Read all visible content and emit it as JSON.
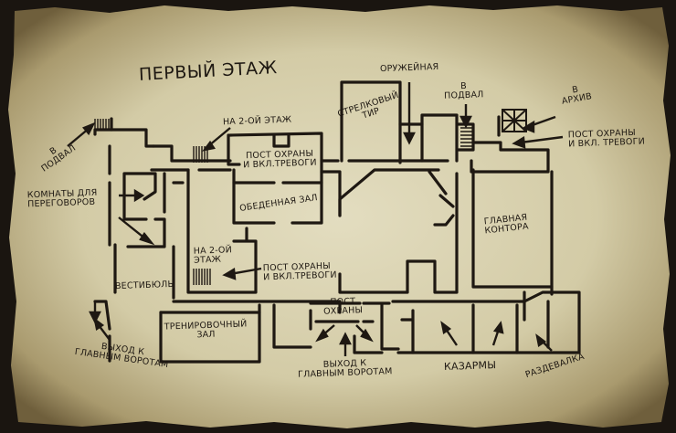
{
  "title": "ПЕРВЫЙ ЭТАЖ",
  "labels": {
    "basement_left": [
      "В",
      "ПОДВАЛ"
    ],
    "meeting_rooms": [
      "КОМНАТЫ ДЛЯ",
      "ПЕРЕГОВОРОВ"
    ],
    "upstairs_top": "НА 2-ОЙ ЭТАЖ",
    "guard_post_top": [
      "ПОСТ ОХРАНЫ",
      "И ВКЛ.ТРЕВОГИ"
    ],
    "dining_hall": "ОБЕДЕННАЯ ЗАЛ",
    "shooting_range": [
      "СТРЕЛКОВЫЙ",
      "ТИР"
    ],
    "armory": "ОРУЖЕЙНАЯ",
    "basement_right": [
      "В",
      "ПОДВАЛ"
    ],
    "archive": [
      "В",
      "АРХИВ"
    ],
    "guard_post_right": [
      "ПОСТ ОХРАНЫ",
      "И ВКЛ. ТРЕВОГИ"
    ],
    "main_office": [
      "ГЛАВНАЯ",
      "КОНТОРА"
    ],
    "upstairs_mid": [
      "НА 2-ОЙ",
      "ЭТАЖ"
    ],
    "guard_post_mid": [
      "ПОСТ ОХРАНЫ",
      "И ВКЛ.ТРЕВОГИ"
    ],
    "lobby": "ВЕСТИБЮЛЬ",
    "exit_left": [
      "ВЫХОД К",
      "ГЛАВНЫМ ВОРОТАМ"
    ],
    "training_hall": [
      "ТРЕНИРОВОЧНЫЙ",
      "ЗАЛ"
    ],
    "guard_post_bottom": [
      "ПОСТ",
      "ОХРАНЫ"
    ],
    "exit_bottom": [
      "ВЫХОД К",
      "ГЛАВНЫМ ВОРОТАМ"
    ],
    "barracks": "КАЗАРМЫ",
    "locker_room": "РАЗДЕВАЛКА"
  },
  "colors": {
    "parchment": "#d6cfae",
    "parchment_edge": "#8c7a52",
    "ink": "#1e1812",
    "background": "#1a1510"
  }
}
